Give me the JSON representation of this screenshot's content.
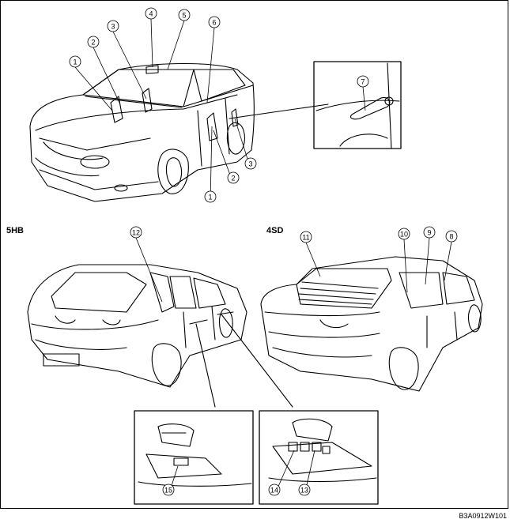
{
  "labels": {
    "section_left": "5HB",
    "section_right": "4SD",
    "figure_code": "B3A0912W101"
  },
  "callouts": [
    "1",
    "2",
    "3",
    "4",
    "5",
    "6",
    "7",
    "8",
    "9",
    "10",
    "11",
    "12",
    "13",
    "14",
    "15"
  ],
  "colors": {
    "line": "#000000",
    "background": "#ffffff"
  }
}
